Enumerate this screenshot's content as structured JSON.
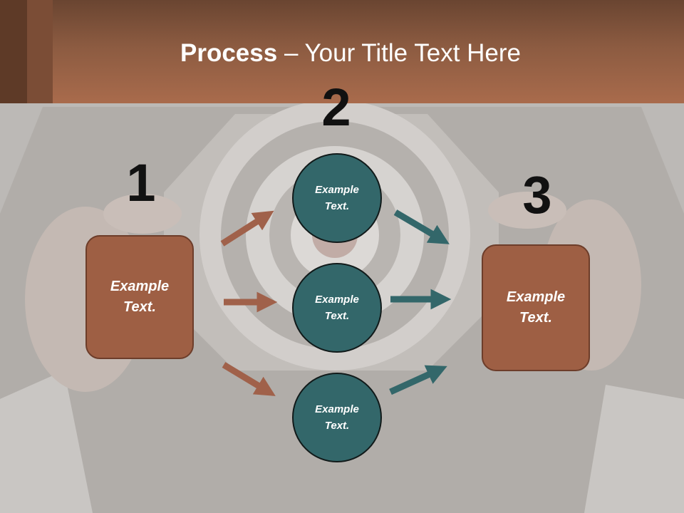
{
  "title": {
    "bold": "Process",
    "rest": " – Your Title Text Here"
  },
  "steps": {
    "one": "1",
    "two": "2",
    "three": "3"
  },
  "boxes": {
    "left": [
      "Example",
      "Text."
    ],
    "right": [
      "Example",
      "Text."
    ]
  },
  "circles": [
    [
      "Example",
      "Text."
    ],
    [
      "Example",
      "Text."
    ],
    [
      "Example",
      "Text."
    ]
  ],
  "colors": {
    "header": "#a96b4c",
    "box_fill": "#9e5f44",
    "circle_fill": "#33676a",
    "arrow_brown": "#a0614a",
    "arrow_teal": "#33676a"
  }
}
